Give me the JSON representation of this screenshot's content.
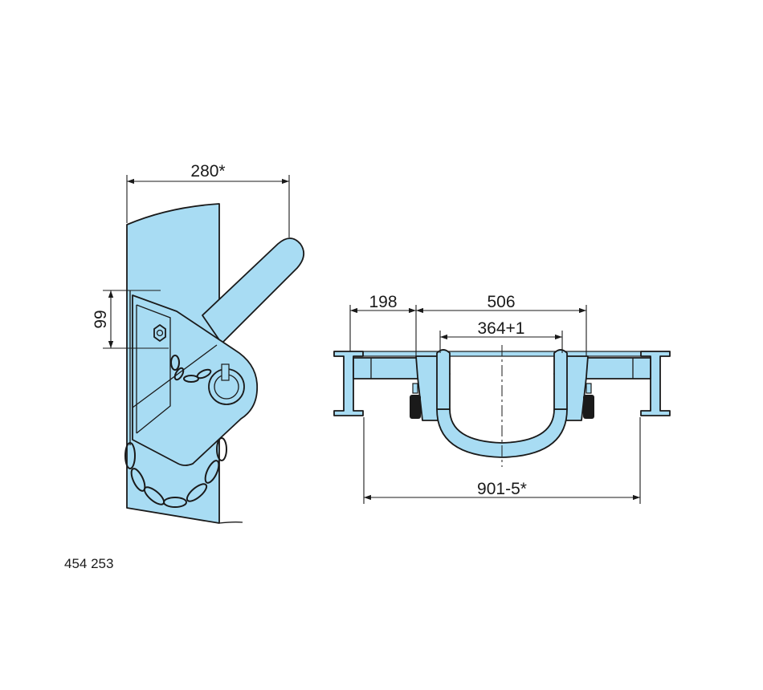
{
  "figure_number": "454 253",
  "colors": {
    "part_fill": "#a8dcf3",
    "outline": "#1a1a1a",
    "background": "#ffffff"
  },
  "dimensions": {
    "side_width": "280*",
    "side_height": "99",
    "left_span": "198",
    "top_span": "506",
    "inner_span": "364+1",
    "overall_span": "901-5*"
  }
}
